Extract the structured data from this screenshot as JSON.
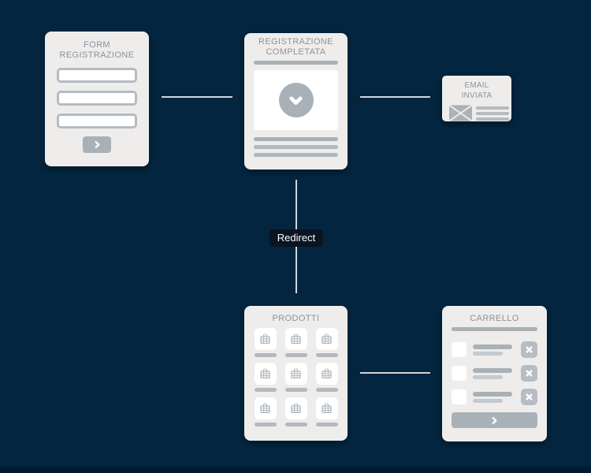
{
  "diagram": {
    "edge_label": "Redirect",
    "nodes": {
      "form_registrazione": {
        "title": "FORM REGISTRAZIONE"
      },
      "registrazione_completata": {
        "title": "REGISTRAZIONE COMPLETATA"
      },
      "email_inviata": {
        "title": "EMAIL INVIATA"
      },
      "prodotti": {
        "title": "PRODOTTI"
      },
      "carrello": {
        "title": "CARRELLO"
      }
    },
    "icons": {
      "submit": "chevron-right-icon",
      "success": "chevron-down-icon",
      "email": "envelope-icon",
      "product": "shopping-basket-icon",
      "remove": "x-close-icon",
      "checkout": "chevron-right-icon"
    },
    "counts": {
      "form_inputs": 3,
      "product_cells": 9,
      "cart_rows": 3
    },
    "colors": {
      "background": "#03253f",
      "bottom_strip": "#011a2d",
      "card": "#efedeb",
      "title_text": "#8c939b",
      "element_gray": "#a9b1b8",
      "element_gray_light": "#b9c0c7",
      "connector": "#cfd6db",
      "edge_label_bg": "#0a1423",
      "edge_label_text": "#ffffff"
    }
  }
}
